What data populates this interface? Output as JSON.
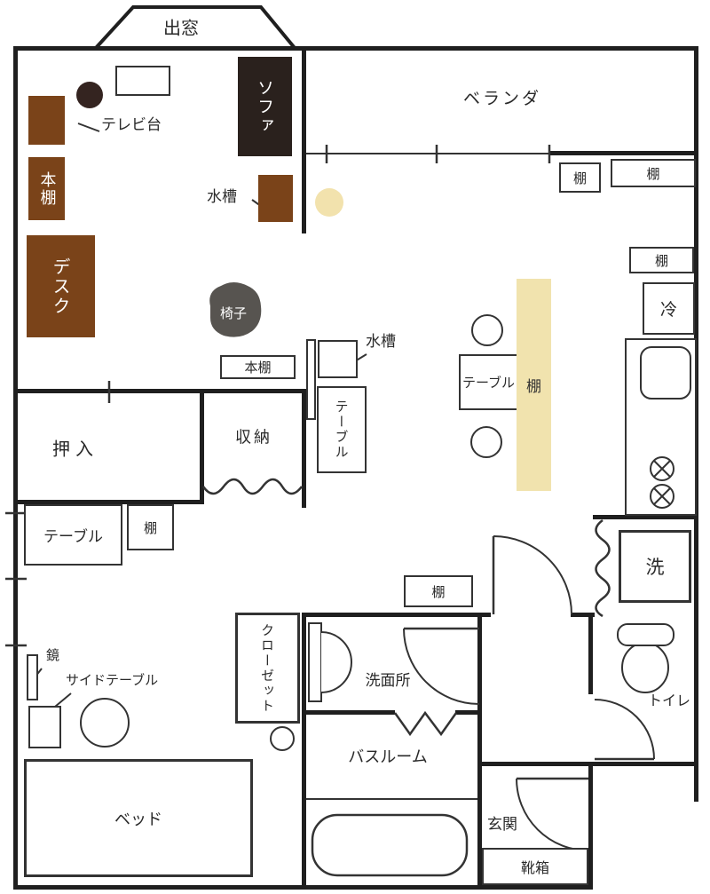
{
  "colors": {
    "wall": "#1f1f1f",
    "line": "#333333",
    "brown": "#7a4319",
    "sofa_brown": "#2a211d",
    "dark_circle": "#342420",
    "beige": "#f1e3ae",
    "cream": "#f2e2ad",
    "chair_gray": "#575450",
    "white": "#ffffff"
  },
  "labels": {
    "bay_window": "出窓",
    "veranda": "ベランダ",
    "sofa": "ソファ",
    "tv_stand": "テレビ台",
    "bookshelf_left": "本棚",
    "aquarium_sofa": "水槽",
    "desk": "デスク",
    "chair": "椅子",
    "bookshelf_mid": "本棚",
    "aquarium_mid": "水槽",
    "side_table_kitchen": "テーブル",
    "oshiire": "押入",
    "shuno": "収納",
    "dining_table": "テーブル",
    "shelf_strip": "棚",
    "shelf_balcony_1": "棚",
    "shelf_balcony_2": "棚",
    "shelf_kitchen": "棚",
    "fridge": "冷",
    "washer": "洗",
    "table_bedroom": "テーブル",
    "shelf_bedroom": "棚",
    "shelf_hall": "棚",
    "mirror": "鏡",
    "side_table_bed": "サイドテーブル",
    "bed": "ベッド",
    "closet": "クローゼット",
    "washroom": "洗面所",
    "bathroom": "バスルーム",
    "toilet": "トイレ",
    "genkan": "玄関",
    "shoe_box": "靴箱"
  }
}
